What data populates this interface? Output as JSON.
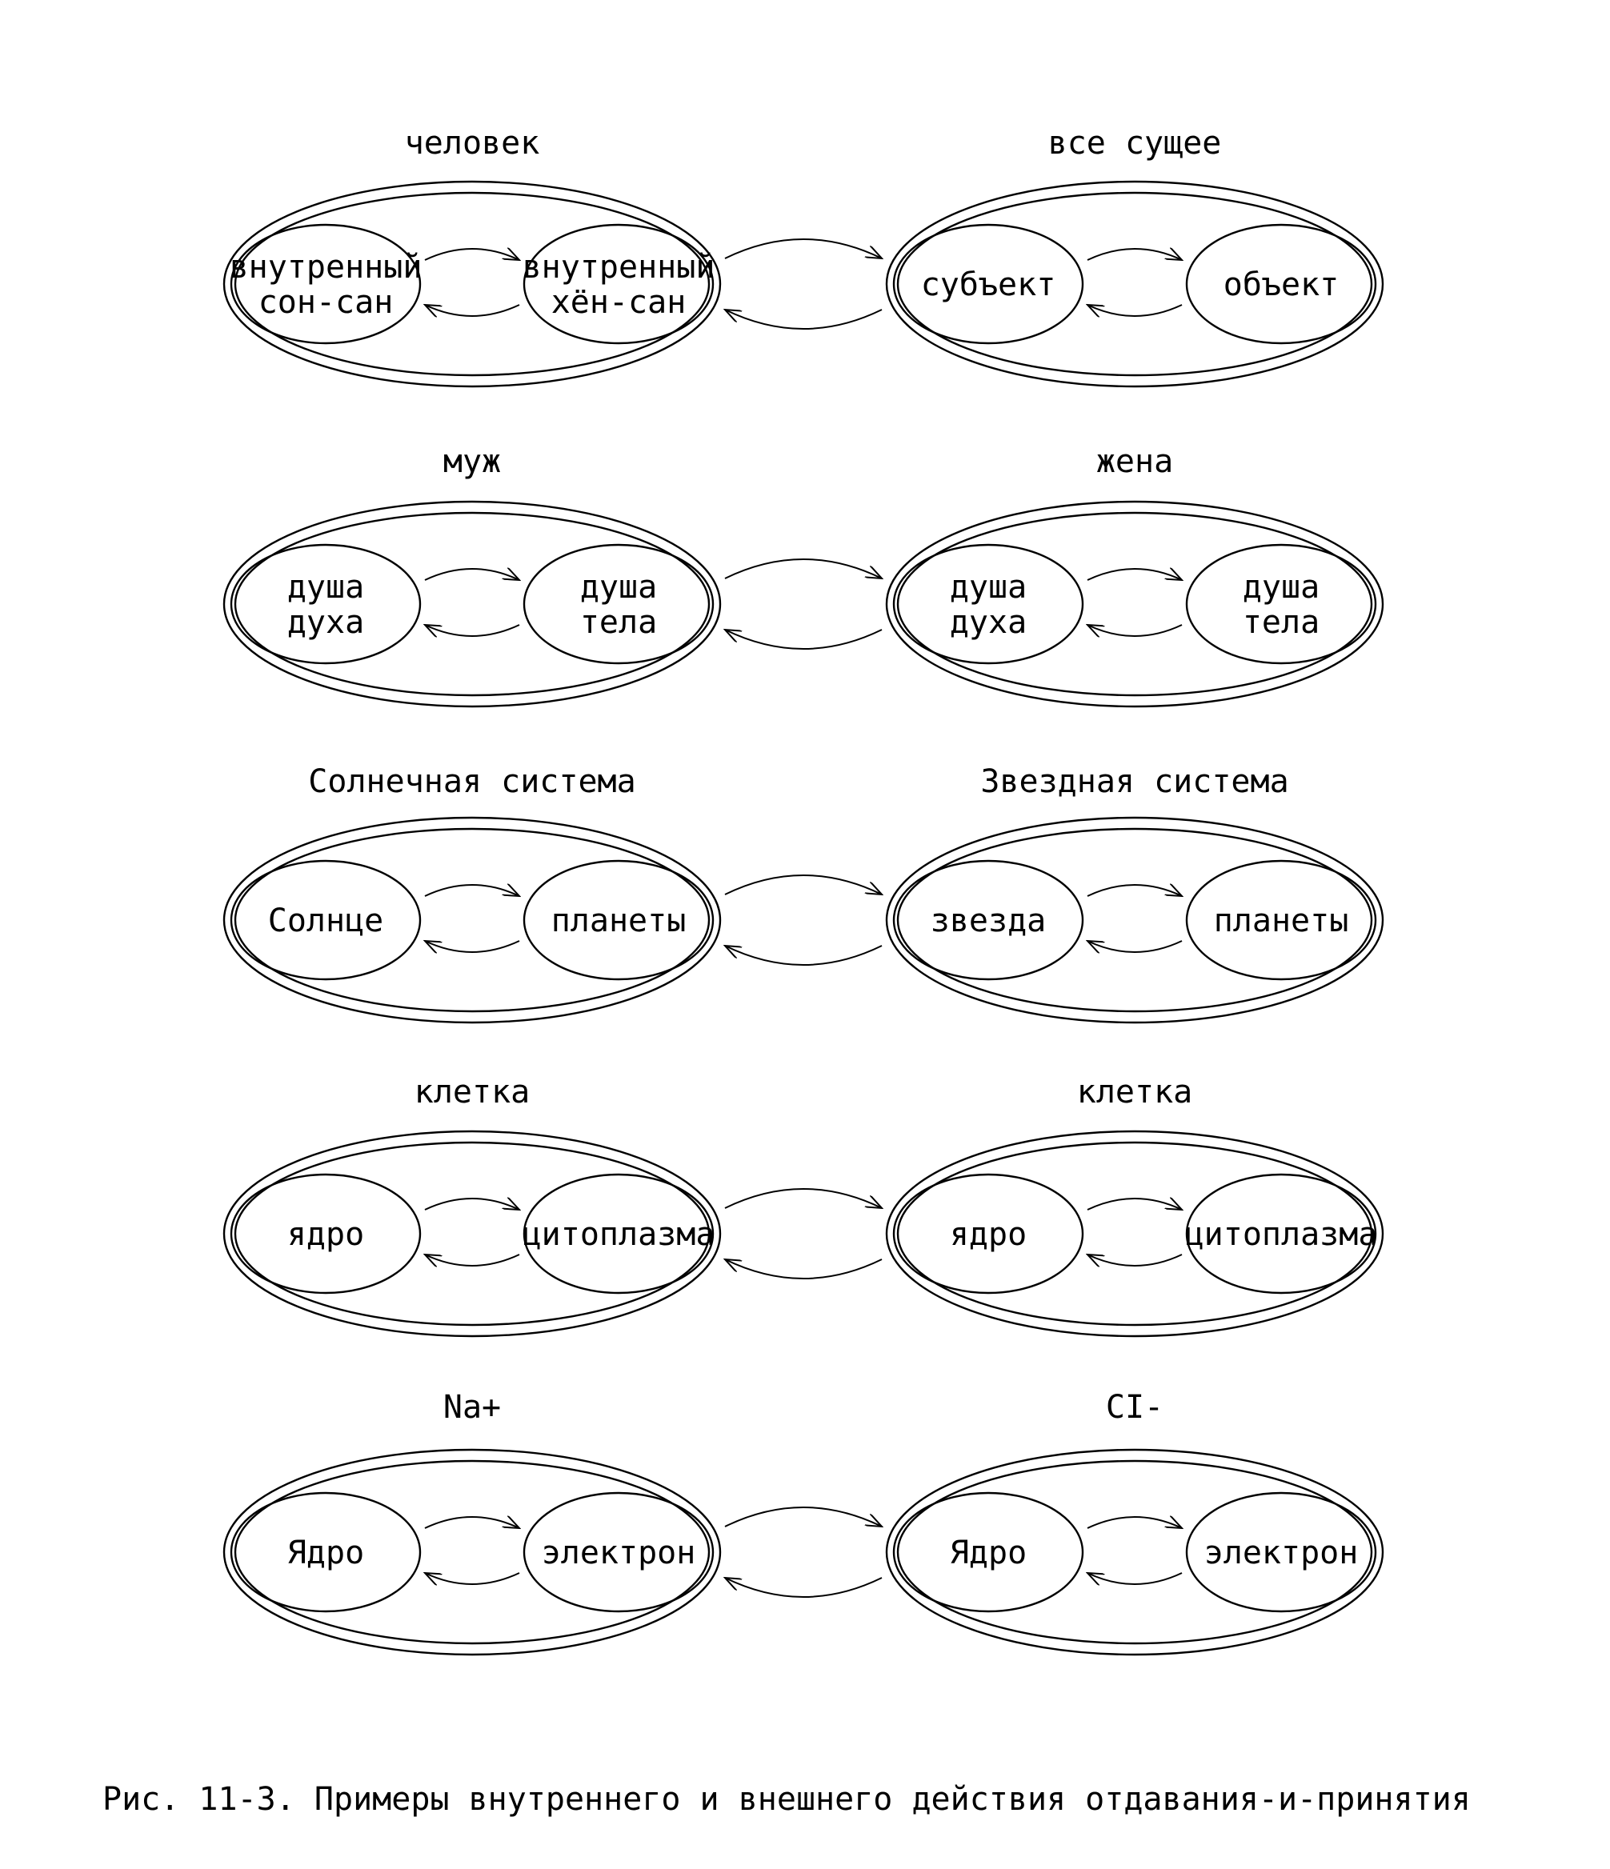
{
  "rows": [
    {
      "left": {
        "title": "человек",
        "a": [
          "внутренный",
          "сон-сан"
        ],
        "b": [
          "внутренный",
          "хён-сан"
        ]
      },
      "right": {
        "title": "все сущее",
        "a": [
          "субъект"
        ],
        "b": [
          "объект"
        ]
      }
    },
    {
      "left": {
        "title": "муж",
        "a": [
          "душа",
          "духа"
        ],
        "b": [
          "душа",
          "тела"
        ]
      },
      "right": {
        "title": "жена",
        "a": [
          "душа",
          "духа"
        ],
        "b": [
          "душа",
          "тела"
        ]
      }
    },
    {
      "left": {
        "title": "Солнечная система",
        "a": [
          "Солнце"
        ],
        "b": [
          "планеты"
        ]
      },
      "right": {
        "title": "Звездная система",
        "a": [
          "звезда"
        ],
        "b": [
          "планеты"
        ]
      }
    },
    {
      "left": {
        "title": "клетка",
        "a": [
          "ядро"
        ],
        "b": [
          "цитоплазма"
        ]
      },
      "right": {
        "title": "клетка",
        "a": [
          "ядро"
        ],
        "b": [
          "цитоплазма"
        ]
      }
    },
    {
      "left": {
        "title": "Na+",
        "a": [
          "Ядро"
        ],
        "b": [
          "электрон"
        ]
      },
      "right": {
        "title": "CI-",
        "a": [
          "Ядро"
        ],
        "b": [
          "электрон"
        ]
      }
    }
  ],
  "caption": "Рис. 11-3. Примеры внутреннего и внешнего действия отдавания-и-принятия"
}
